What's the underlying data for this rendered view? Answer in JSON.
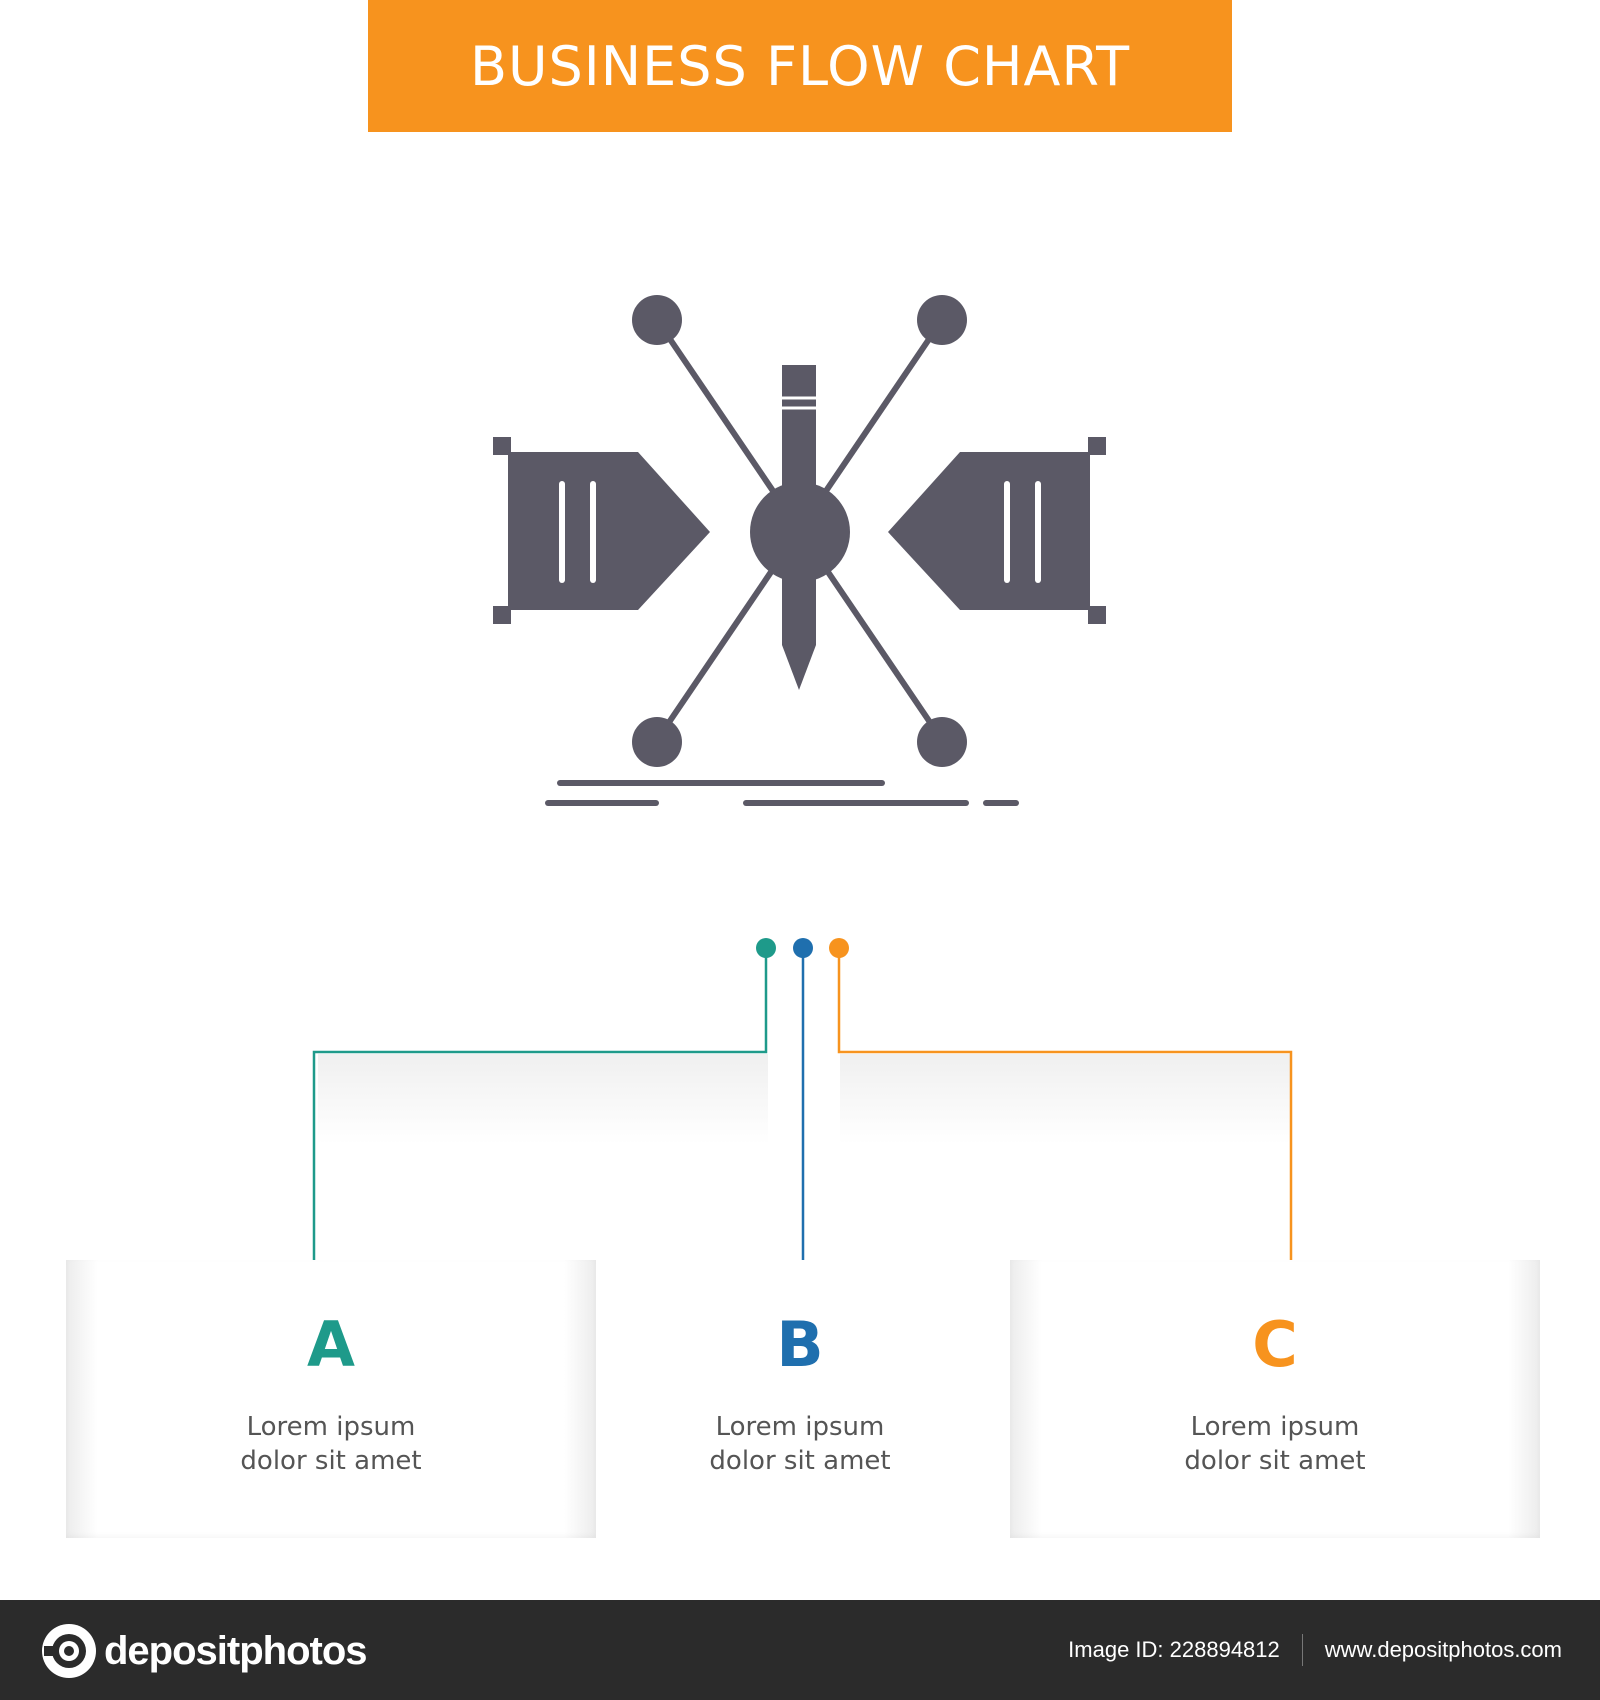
{
  "header": {
    "title": "BUSINESS FLOW CHART"
  },
  "colors": {
    "banner": "#f7931e",
    "icon": "#5b5966",
    "option_a": "#1e9a8a",
    "option_b": "#1f6fae",
    "option_c": "#f7931e",
    "footer_bg": "#2b2b2b"
  },
  "main_icon": "pencil-path-bezier-icon",
  "options": [
    {
      "letter": "A",
      "line1": "Lorem ipsum",
      "line2": "dolor sit amet"
    },
    {
      "letter": "B",
      "line1": "Lorem ipsum",
      "line2": "dolor sit amet"
    },
    {
      "letter": "C",
      "line1": "Lorem ipsum",
      "line2": "dolor sit amet"
    }
  ],
  "footer": {
    "brand": "depositphotos",
    "image_id": "Image ID: 228894812",
    "website": "www.depositphotos.com"
  }
}
